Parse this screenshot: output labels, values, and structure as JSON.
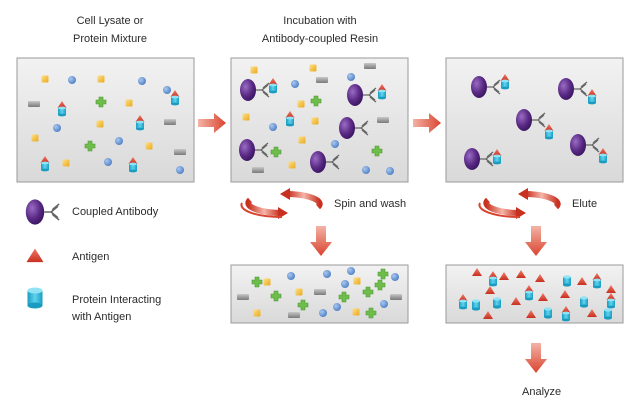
{
  "titles": {
    "col1_line1": "Cell Lysate or",
    "col1_line2": "Protein Mixture",
    "col2_line1": "Incubation with",
    "col2_line2": "Antibody-coupled Resin"
  },
  "steps": {
    "spin_wash": "Spin and wash",
    "elute": "Elute",
    "analyze": "Analyze"
  },
  "legend": {
    "coupled_antibody": "Coupled Antibody",
    "antigen": "Antigen",
    "protein_line1": "Protein Interacting",
    "protein_line2": "with Antigen"
  },
  "colors": {
    "panel": "#e6e6e6",
    "antibody_body": "#5a2a85",
    "antigen": "#e0473a",
    "interacting_protein": "#29b6d6",
    "arrow": "#d9442f",
    "blue_dot": "#6f9bd6",
    "yellow_square": "#f2c030",
    "green_cross": "#6ebd4a",
    "gray_bar": "#9a9a9a"
  }
}
